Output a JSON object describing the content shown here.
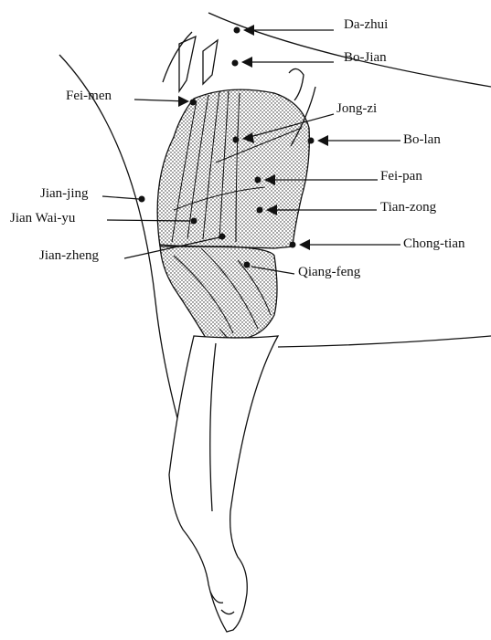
{
  "figure": {
    "points": [
      {
        "id": "da-zhui",
        "label": "Da-zhui"
      },
      {
        "id": "bo-jian",
        "label": "Bo-Jian"
      },
      {
        "id": "fei-men",
        "label": "Fei-men"
      },
      {
        "id": "jong-zi",
        "label": "Jong-zi"
      },
      {
        "id": "bo-lan",
        "label": "Bo-lan"
      },
      {
        "id": "fei-pan",
        "label": "Fei-pan"
      },
      {
        "id": "jian-jing",
        "label": "Jian-jing"
      },
      {
        "id": "tian-zong",
        "label": "Tian-zong"
      },
      {
        "id": "jian-wai-yu",
        "label": "Jian Wai-yu"
      },
      {
        "id": "chong-tian",
        "label": "Chong-tian"
      },
      {
        "id": "jian-zheng",
        "label": "Jian-zheng"
      },
      {
        "id": "qiang-feng",
        "label": "Qiang-feng"
      }
    ]
  }
}
